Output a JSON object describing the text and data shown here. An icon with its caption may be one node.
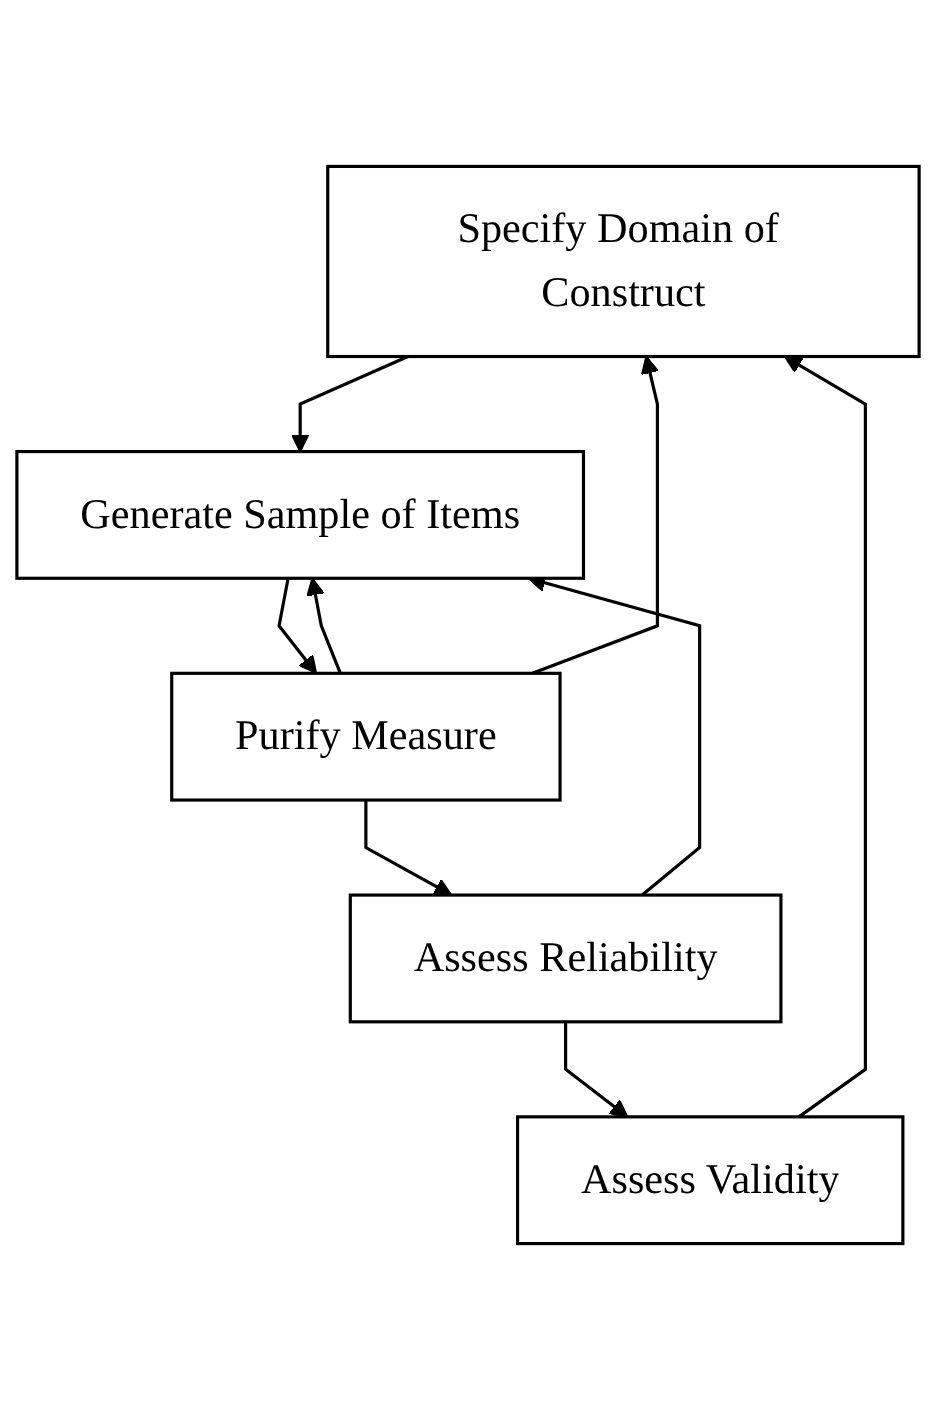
{
  "diagram": {
    "nodes": [
      {
        "text": [
          "Specify Domain of Construct"
        ]
      },
      {
        "text": [
          "Generate Sample of Items"
        ]
      },
      {
        "text": [
          "Purify Measure"
        ]
      },
      {
        "text": [
          "Assess Reliability"
        ]
      },
      {
        "text": [
          "Assess Validity"
        ]
      }
    ],
    "edges": [
      {
        "from": 0,
        "to": 1,
        "arrow": "to"
      },
      {
        "from": 1,
        "to": 2,
        "arrow": "to"
      },
      {
        "from": 2,
        "to": 3,
        "arrow": "to"
      },
      {
        "from": 3,
        "to": 4,
        "arrow": "to"
      },
      {
        "from": 2,
        "to": 1,
        "arrow": "to"
      },
      {
        "from": 2,
        "to": 0,
        "arrow": "to"
      },
      {
        "from": 3,
        "to": 1,
        "arrow": "to"
      },
      {
        "from": 4,
        "to": 0,
        "arrow": "to"
      }
    ]
  }
}
